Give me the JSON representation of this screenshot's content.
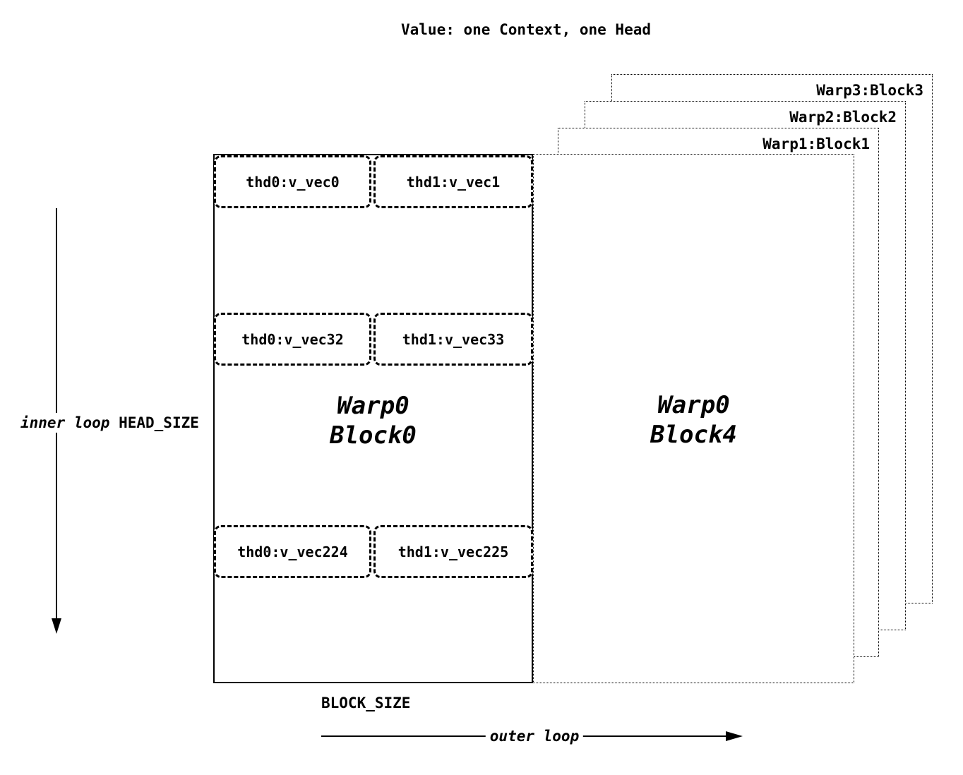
{
  "title": "Value: one Context, one Head",
  "main_block": {
    "line1": "Warp0",
    "line2": "Block0",
    "cells": [
      {
        "label": "thd0:v_vec0"
      },
      {
        "label": "thd1:v_vec1"
      },
      {
        "label": "thd0:v_vec32"
      },
      {
        "label": "thd1:v_vec33"
      },
      {
        "label": "thd0:v_vec224"
      },
      {
        "label": "thd1:v_vec225"
      }
    ]
  },
  "front_block": {
    "line1": "Warp0",
    "line2": "Block4"
  },
  "stacked_blocks": [
    {
      "label": "Warp1:Block1"
    },
    {
      "label": "Warp2:Block2"
    },
    {
      "label": "Warp3:Block3"
    }
  ],
  "labels": {
    "inner_loop": "inner loop",
    "head_size": "HEAD_SIZE",
    "outer_loop": "outer loop",
    "block_size": "BLOCK_SIZE"
  },
  "colors": {
    "ink": "#000000",
    "background": "#ffffff"
  }
}
